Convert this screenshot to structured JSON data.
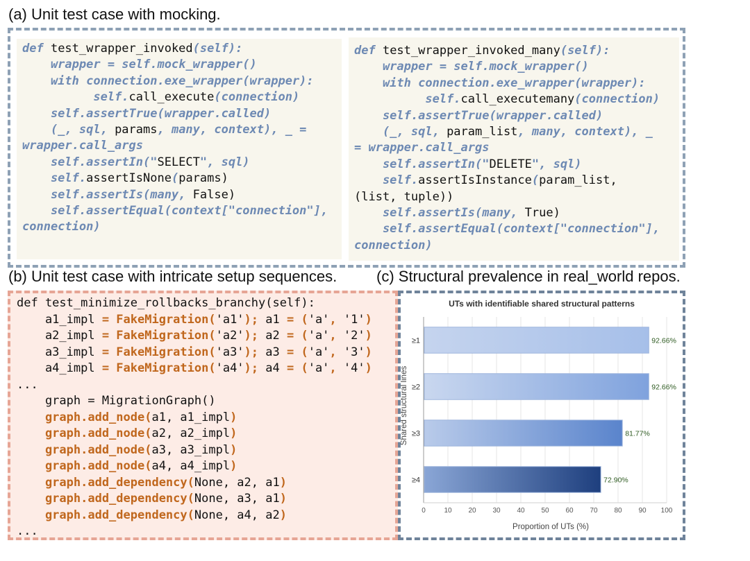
{
  "captions": {
    "a": "(a) Unit test case with mocking.",
    "b": "(b) Unit test case with intricate setup sequences.",
    "c": "(c) Structural prevalence in real_world repos."
  },
  "code_a1": [
    [
      {
        "t": "def ",
        "s": "it"
      },
      {
        "t": "test_wrapper_invoked",
        "s": "pl"
      },
      {
        "t": "(self):",
        "s": "it"
      }
    ],
    [
      {
        "t": "    wrapper = self.mock_wrapper()",
        "s": "it"
      }
    ],
    [
      {
        "t": "    with connection.exe_wrapper(wrapper):",
        "s": "it"
      }
    ],
    [
      {
        "t": "          self.",
        "s": "it"
      },
      {
        "t": "call_execute",
        "s": "pl"
      },
      {
        "t": "(connection)",
        "s": "it"
      }
    ],
    [
      {
        "t": "    self.assertTrue(wrapper.called)",
        "s": "it"
      }
    ],
    [
      {
        "t": "    (_, sql, ",
        "s": "it"
      },
      {
        "t": "params",
        "s": "pl"
      },
      {
        "t": ", many, context), _ =",
        "s": "it"
      }
    ],
    [
      {
        "t": "wrapper.call_args",
        "s": "it"
      }
    ],
    [
      {
        "t": "    self.assertIn(\"",
        "s": "it"
      },
      {
        "t": "SELECT",
        "s": "pl"
      },
      {
        "t": "\", sql)",
        "s": "it"
      }
    ],
    [
      {
        "t": "    self.",
        "s": "it"
      },
      {
        "t": "assertIsNone",
        "s": "pl"
      },
      {
        "t": "(",
        "s": "it"
      },
      {
        "t": "params)",
        "s": "pl"
      }
    ],
    [
      {
        "t": "    self.assertIs(many, ",
        "s": "it"
      },
      {
        "t": "False)",
        "s": "pl"
      }
    ],
    [
      {
        "t": "    self.assertEqual(context[\"connection\"],",
        "s": "it"
      }
    ],
    [
      {
        "t": "connection)",
        "s": "it"
      }
    ]
  ],
  "code_a2": [
    [
      {
        "t": "def ",
        "s": "it"
      },
      {
        "t": "test_wrapper_invoked_many",
        "s": "pl"
      },
      {
        "t": "(self):",
        "s": "it"
      }
    ],
    [
      {
        "t": "    wrapper = self.mock_wrapper()",
        "s": "it"
      }
    ],
    [
      {
        "t": "    with connection.exe_wrapper(wrapper):",
        "s": "it"
      }
    ],
    [
      {
        "t": "          self.",
        "s": "it"
      },
      {
        "t": "call_executemany",
        "s": "pl"
      },
      {
        "t": "(connection)",
        "s": "it"
      }
    ],
    [
      {
        "t": "    self.assertTrue(wrapper.called)",
        "s": "it"
      }
    ],
    [
      {
        "t": "    (_, sql, ",
        "s": "it"
      },
      {
        "t": "param_list",
        "s": "pl"
      },
      {
        "t": ", many, context), _",
        "s": "it"
      }
    ],
    [
      {
        "t": "= wrapper.call_args",
        "s": "it"
      }
    ],
    [
      {
        "t": "    self.assertIn(\"",
        "s": "it"
      },
      {
        "t": "DELETE",
        "s": "pl"
      },
      {
        "t": "\", sql)",
        "s": "it"
      }
    ],
    [
      {
        "t": "    self.",
        "s": "it"
      },
      {
        "t": "assertIsInstance",
        "s": "pl"
      },
      {
        "t": "(",
        "s": "it"
      },
      {
        "t": "param_list,",
        "s": "pl"
      }
    ],
    [
      {
        "t": "(list, tuple))",
        "s": "pl"
      }
    ],
    [
      {
        "t": "    self.assertIs(many, ",
        "s": "it"
      },
      {
        "t": "True)",
        "s": "pl"
      }
    ],
    [
      {
        "t": "    self.assertEqual(context[\"connection\"],",
        "s": "it"
      }
    ],
    [
      {
        "t": "connection)",
        "s": "it"
      }
    ]
  ],
  "code_b": [
    [
      {
        "t": "def test_minimize_rollbacks_branchy(self):",
        "s": "pl"
      }
    ],
    [
      {
        "t": "    a1_impl ",
        "s": "pl"
      },
      {
        "t": "= FakeMigration(",
        "s": "or"
      },
      {
        "t": "'a1'",
        "s": "pl"
      },
      {
        "t": "); ",
        "s": "or"
      },
      {
        "t": "a1 ",
        "s": "pl"
      },
      {
        "t": "= (",
        "s": "or"
      },
      {
        "t": "'a'",
        "s": "pl"
      },
      {
        "t": ", ",
        "s": "or"
      },
      {
        "t": "'1'",
        "s": "pl"
      },
      {
        "t": ")",
        "s": "or"
      }
    ],
    [
      {
        "t": "    a2_impl ",
        "s": "pl"
      },
      {
        "t": "= FakeMigration(",
        "s": "or"
      },
      {
        "t": "'a2'",
        "s": "pl"
      },
      {
        "t": "); ",
        "s": "or"
      },
      {
        "t": "a2 ",
        "s": "pl"
      },
      {
        "t": "= (",
        "s": "or"
      },
      {
        "t": "'a'",
        "s": "pl"
      },
      {
        "t": ", ",
        "s": "or"
      },
      {
        "t": "'2'",
        "s": "pl"
      },
      {
        "t": ")",
        "s": "or"
      }
    ],
    [
      {
        "t": "    a3_impl ",
        "s": "pl"
      },
      {
        "t": "= FakeMigration(",
        "s": "or"
      },
      {
        "t": "'a3'",
        "s": "pl"
      },
      {
        "t": "); ",
        "s": "or"
      },
      {
        "t": "a3 ",
        "s": "pl"
      },
      {
        "t": "= (",
        "s": "or"
      },
      {
        "t": "'a'",
        "s": "pl"
      },
      {
        "t": ", ",
        "s": "or"
      },
      {
        "t": "'3'",
        "s": "pl"
      },
      {
        "t": ")",
        "s": "or"
      }
    ],
    [
      {
        "t": "    a4_impl ",
        "s": "pl"
      },
      {
        "t": "= FakeMigration(",
        "s": "or"
      },
      {
        "t": "'a4'",
        "s": "pl"
      },
      {
        "t": "); ",
        "s": "or"
      },
      {
        "t": "a4 ",
        "s": "pl"
      },
      {
        "t": "= (",
        "s": "or"
      },
      {
        "t": "'a'",
        "s": "pl"
      },
      {
        "t": ", ",
        "s": "or"
      },
      {
        "t": "'4'",
        "s": "pl"
      },
      {
        "t": ")",
        "s": "or"
      }
    ],
    [
      {
        "t": "...",
        "s": "pl"
      }
    ],
    [
      {
        "t": "    graph = MigrationGraph()",
        "s": "pl"
      }
    ],
    [
      {
        "t": "    graph.add_node(",
        "s": "or"
      },
      {
        "t": "a1, a1_impl",
        "s": "pl"
      },
      {
        "t": ")",
        "s": "or"
      }
    ],
    [
      {
        "t": "    graph.add_node(",
        "s": "or"
      },
      {
        "t": "a2, a2_impl",
        "s": "pl"
      },
      {
        "t": ")",
        "s": "or"
      }
    ],
    [
      {
        "t": "    graph.add_node(",
        "s": "or"
      },
      {
        "t": "a3, a3_impl",
        "s": "pl"
      },
      {
        "t": ")",
        "s": "or"
      }
    ],
    [
      {
        "t": "    graph.add_node(",
        "s": "or"
      },
      {
        "t": "a4, a4_impl",
        "s": "pl"
      },
      {
        "t": ")",
        "s": "or"
      }
    ],
    [
      {
        "t": "    graph.add_dependency(",
        "s": "or"
      },
      {
        "t": "None, a2, a1",
        "s": "pl"
      },
      {
        "t": ")",
        "s": "or"
      }
    ],
    [
      {
        "t": "    graph.add_dependency(",
        "s": "or"
      },
      {
        "t": "None, a3, a1",
        "s": "pl"
      },
      {
        "t": ")",
        "s": "or"
      }
    ],
    [
      {
        "t": "    graph.add_dependency(",
        "s": "or"
      },
      {
        "t": "None, a4, a2",
        "s": "pl"
      },
      {
        "t": ")",
        "s": "or"
      }
    ],
    [
      {
        "t": "...",
        "s": "pl"
      }
    ]
  ],
  "chart_data": {
    "type": "bar",
    "orientation": "horizontal",
    "title": "UTs with identifiable shared structural patterns",
    "xlabel": "Proportion of UTs (%)",
    "ylabel": "Shared structural lines",
    "categories": [
      "≥1",
      "≥2",
      "≥3",
      "≥4"
    ],
    "values": [
      92.66,
      92.66,
      81.77,
      72.9
    ],
    "value_labels": [
      "92.66%",
      "92.66%",
      "81.77%",
      "72.90%"
    ],
    "xlim": [
      0,
      100
    ],
    "xticks": [
      "0",
      "10",
      "20",
      "30",
      "40",
      "50",
      "60",
      "70",
      "80",
      "90",
      "100"
    ],
    "grid": true,
    "bar_colors": [
      [
        "#c5d4ee",
        "#a6bfe9"
      ],
      [
        "#c9d7ef",
        "#7fa2dd"
      ],
      [
        "#b9cbea",
        "#5a84cc"
      ],
      [
        "#8aa6d6",
        "#1e3f7e"
      ]
    ],
    "value_label_color": "#2f5b22"
  }
}
